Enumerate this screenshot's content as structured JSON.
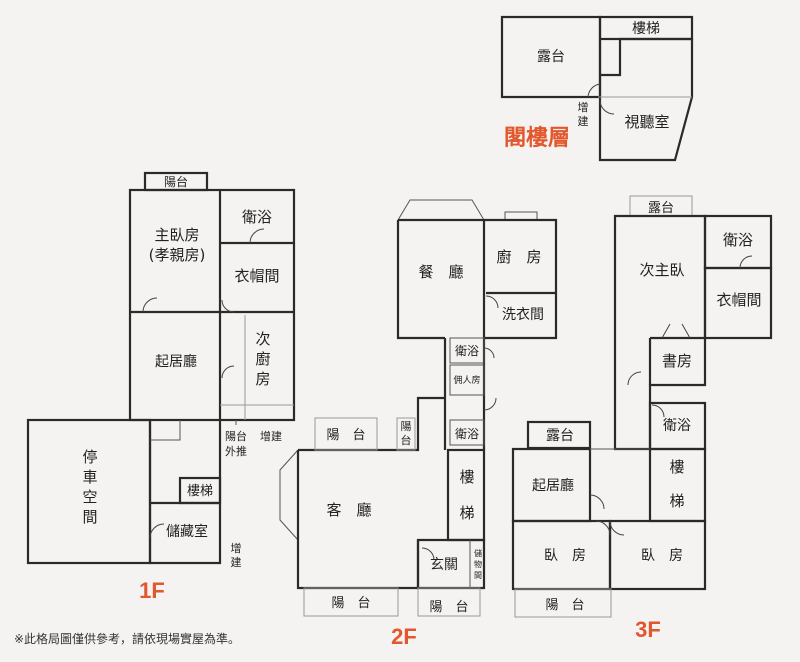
{
  "attic": {
    "title": "閣樓層",
    "terrace": "露台",
    "stairs": "樓梯",
    "addition": "增建",
    "av_room": "視聽室"
  },
  "floor1": {
    "label": "1F",
    "balcony": "陽台",
    "master_bedroom_line1": "主臥房",
    "master_bedroom_line2": "(孝親房)",
    "bath": "衛浴",
    "closet": "衣帽間",
    "living_room": "起居廳",
    "second_kitchen_1": "次",
    "second_kitchen_2": "廚",
    "second_kitchen_3": "房",
    "balcony_push_1": "陽台",
    "balcony_push_2": "外推",
    "addition": "增建",
    "parking_1": "停",
    "parking_2": "車",
    "parking_3": "空",
    "parking_4": "間",
    "stairs": "樓梯",
    "storage": "儲藏室",
    "addition_lower_1": "增",
    "addition_lower_2": "建"
  },
  "floor2": {
    "label": "2F",
    "dining": "餐　廳",
    "kitchen": "廚　房",
    "laundry": "洗衣間",
    "bath": "衛浴",
    "maid": "佣人房",
    "balcony_top": "陽　台",
    "balcony_side_1": "陽",
    "balcony_side_2": "台",
    "bath2": "衛浴",
    "living": "客　廳",
    "stairs_1": "樓",
    "stairs_2": "梯",
    "foyer": "玄關",
    "storage_1": "儲",
    "storage_2": "物",
    "storage_3": "間",
    "balcony_bottom": "陽　台",
    "balcony_bottom2": "陽　台"
  },
  "floor3": {
    "label": "3F",
    "terrace": "露台",
    "second_master": "次主臥",
    "bath": "衛浴",
    "closet": "衣帽間",
    "study": "書房",
    "bath2": "衛浴",
    "terrace2": "露台",
    "living_room": "起居廳",
    "stairs_1": "樓",
    "stairs_2": "梯",
    "bedroom1": "臥　房",
    "bedroom2": "臥　房",
    "balcony": "陽　台"
  },
  "footnote": "※此格局圖僅供參考，請依現場實屋為準。",
  "colors": {
    "accent": "#e2572c",
    "wall": "#2a2a2a",
    "background": "#f4f3f1"
  }
}
